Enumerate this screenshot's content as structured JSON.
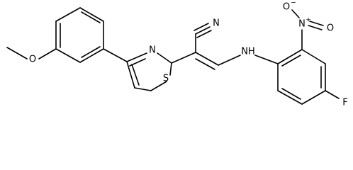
{
  "molecule": {
    "atom_labels": {
      "o_methoxy": "O",
      "n_thiazole": "N",
      "s_thiazole": "S",
      "n_nitrile": "N",
      "nh": "NH",
      "n_nitro": "N",
      "o_nitro_top": "O",
      "o_nitro_bottom": "O",
      "fluorine": "F"
    },
    "charges": {
      "n_nitro": "+",
      "o_nitro_top": "−"
    }
  }
}
